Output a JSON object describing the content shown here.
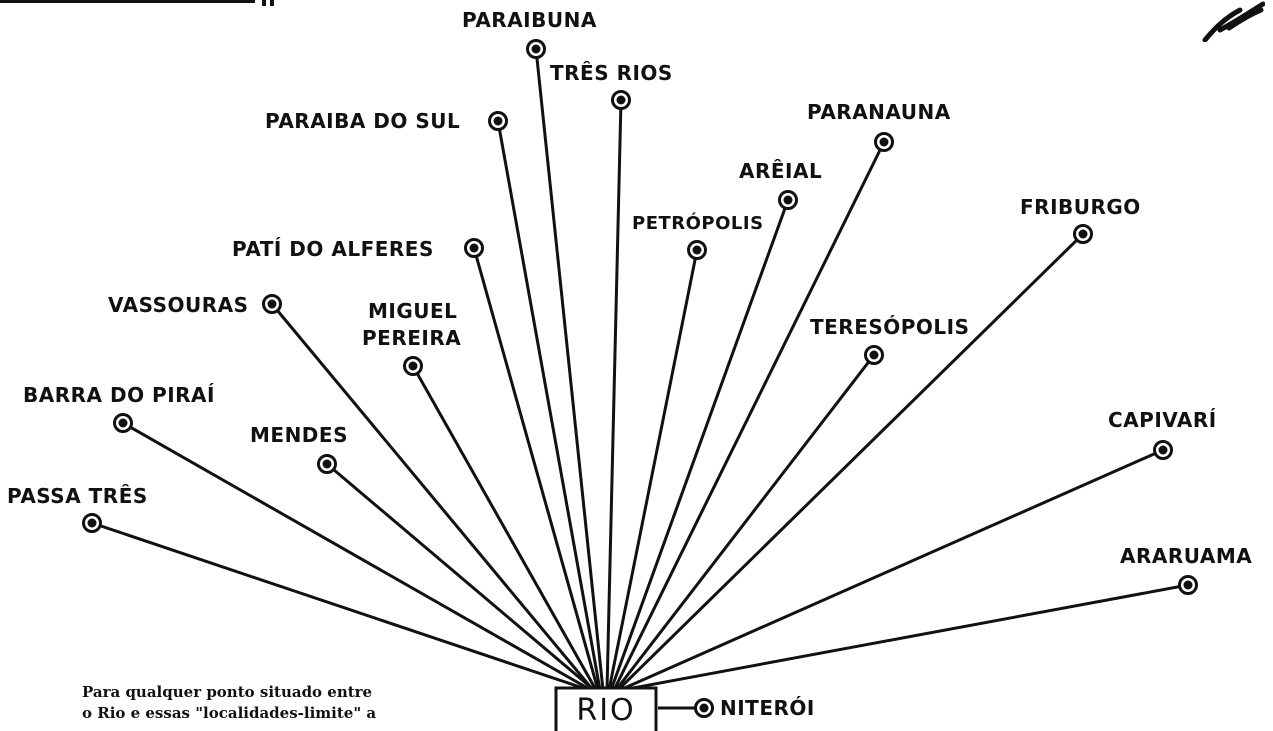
{
  "hub": {
    "label": "RIO"
  },
  "destinations": [
    {
      "id": "paraibuna",
      "label": "PARAIBUNA"
    },
    {
      "id": "tres-rios",
      "label": "TRÊS RIOS"
    },
    {
      "id": "paraiba-do-sul",
      "label": "PARAIBA DO SUL"
    },
    {
      "id": "paranauna",
      "label": "PARANAUNA"
    },
    {
      "id": "areial",
      "label": "ARÊIAL"
    },
    {
      "id": "petropolis",
      "label": "PETRÓPOLIS"
    },
    {
      "id": "friburgo",
      "label": "FRIBURGO"
    },
    {
      "id": "pati-do-alferes",
      "label": "PATÍ DO ALFERES"
    },
    {
      "id": "vassouras",
      "label": "VASSOURAS"
    },
    {
      "id": "miguel-pereira",
      "label": "MIGUEL\nPEREIRA"
    },
    {
      "id": "teresopolis",
      "label": "TERESÓPOLIS"
    },
    {
      "id": "barra-do-pirai",
      "label": "BARRA DO PIRAÍ"
    },
    {
      "id": "mendes",
      "label": "MENDES"
    },
    {
      "id": "capivari",
      "label": "CAPIVARÍ"
    },
    {
      "id": "passa-tres",
      "label": "PASSA TRÊS"
    },
    {
      "id": "araruama",
      "label": "ARARUAMA"
    },
    {
      "id": "niteroi",
      "label": "NITERÓI"
    }
  ],
  "footnote": {
    "line1": "Para qualquer ponto situado entre",
    "line2": "o Rio e essas \"localidades-limite\" a"
  },
  "colors": {
    "ink": "#111111",
    "paper": "#ffffff"
  }
}
